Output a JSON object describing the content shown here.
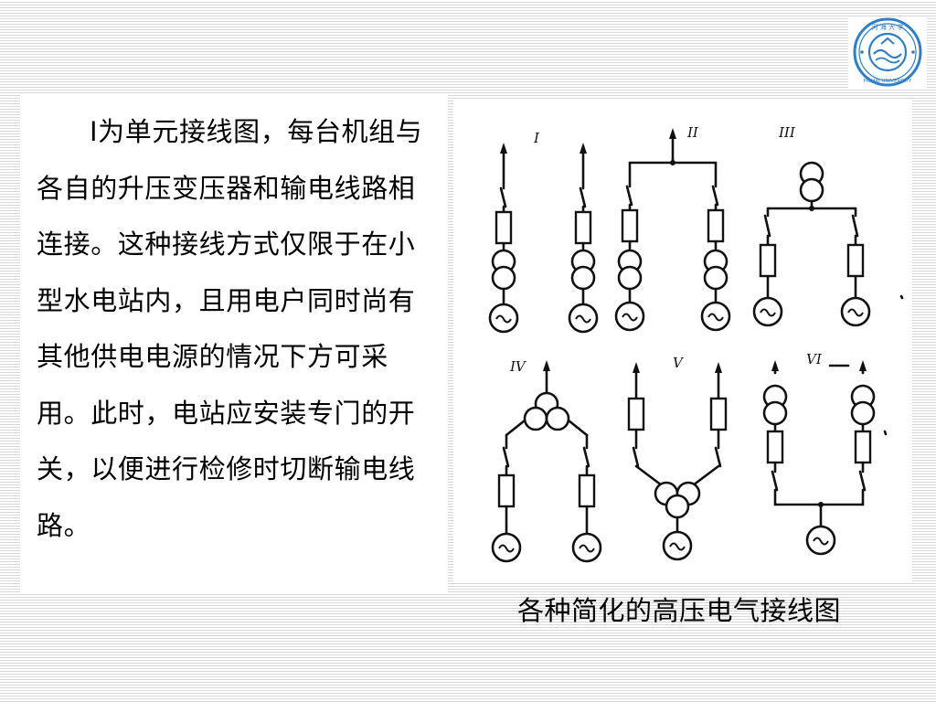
{
  "body_text": "Ⅰ为单元接线图，每台机组与各自的升压变压器和输电线路相连接。这种接线方式仅限于在小型水电站内，且用电户同时尚有其他供电电源的情况下方可采用。此时，电站应安装专门的开关，以便进行检修时切断输电线路。",
  "caption": "各种简化的高压电气接线图",
  "diagram": {
    "labels": [
      "I",
      "II",
      "III",
      "IV",
      "V",
      "VI"
    ]
  },
  "logo": {
    "text": "河海大学 HOHAI UNIVERSITY"
  },
  "colors": {
    "stripe": "#d6d6d6",
    "logo_blue": "#2f7fc6",
    "ink": "#111111"
  }
}
